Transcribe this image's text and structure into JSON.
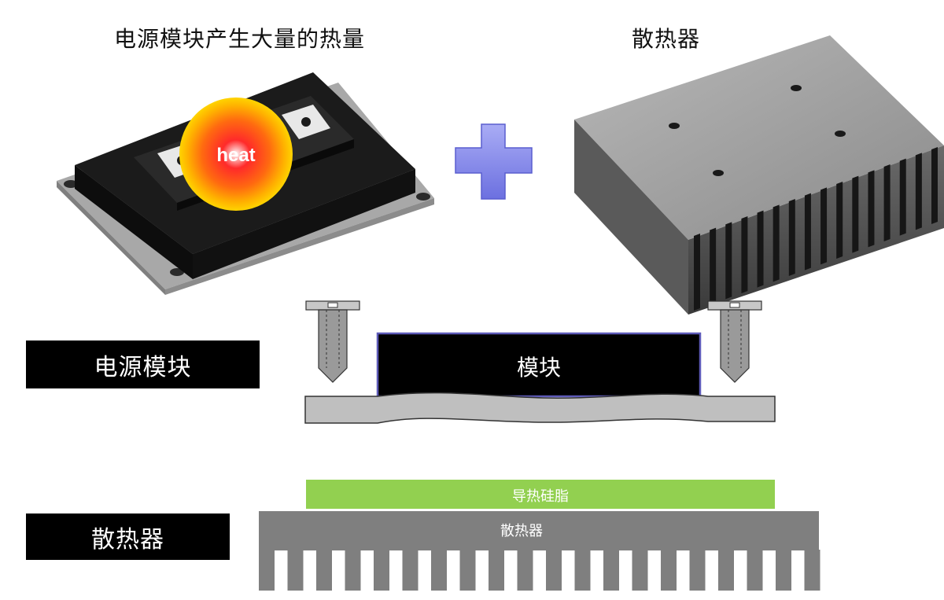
{
  "top_titles": {
    "left": "电源模块产生大量的热量",
    "right": "散热器"
  },
  "module_image": {
    "glow_text": "heat",
    "glow_color": "#ff1a1a"
  },
  "plus_sign": {
    "color": "#7b7fe6"
  },
  "side_labels": {
    "module": "电源模块",
    "heatsink": "散热器"
  },
  "cross_section": {
    "module_block_label": "模块",
    "grease_label": "导热硅脂",
    "heatsink_label": "散热器",
    "grease_color": "#92d050",
    "heatsink_color": "#7f7f7f",
    "baseplate_color": "#bfbfbf"
  }
}
